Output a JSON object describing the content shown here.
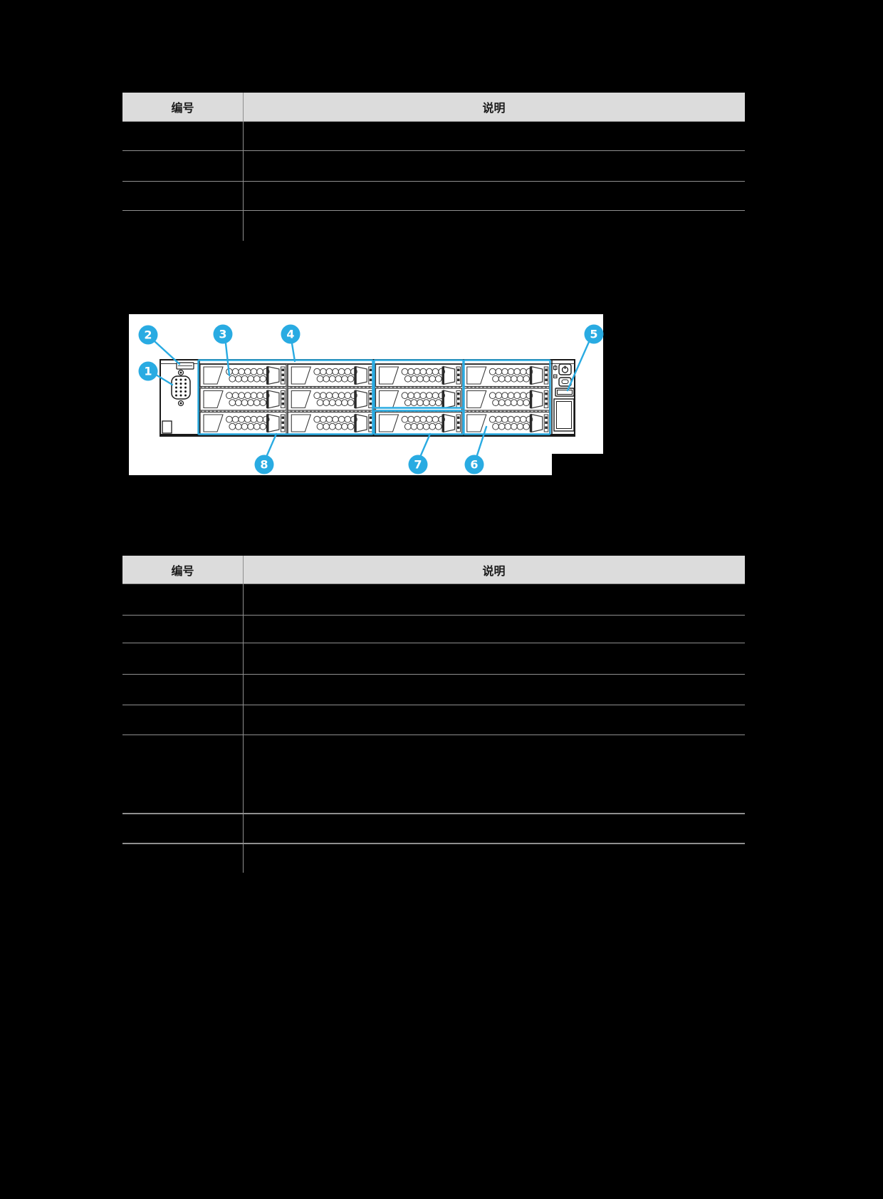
{
  "page": {
    "background": "#000000"
  },
  "tables": [
    {
      "name": "front-panel-legend-top",
      "headers": [
        "编号",
        "说明"
      ],
      "rows": [
        [
          "",
          ""
        ],
        [
          "",
          ""
        ],
        [
          "",
          ""
        ],
        [
          "",
          ""
        ]
      ]
    },
    {
      "name": "front-panel-legend-bottom",
      "headers": [
        "编号",
        "说明"
      ],
      "rows": [
        [
          "",
          ""
        ],
        [
          "",
          ""
        ],
        [
          "",
          ""
        ],
        [
          "",
          ""
        ],
        [
          "",
          ""
        ],
        [
          "",
          ""
        ],
        [
          "",
          ""
        ],
        [
          "",
          ""
        ]
      ]
    }
  ],
  "figure": {
    "description": "server-front-panel-12-drive-bays",
    "accent": "#29ABE2",
    "callouts": [
      "1",
      "2",
      "3",
      "4",
      "5",
      "6",
      "7",
      "8"
    ],
    "icons": [
      "vga-port-icon",
      "label-tab-icon",
      "power-icon",
      "uid-icon",
      "usb-port-icon"
    ]
  },
  "colors": {
    "header_bg": "#DCDCDC",
    "grid_line": "#8F8F8F",
    "header_text": "#1A1A1A",
    "figure_bg": "#FFFFFF",
    "callout_blue": "#29ABE2"
  }
}
